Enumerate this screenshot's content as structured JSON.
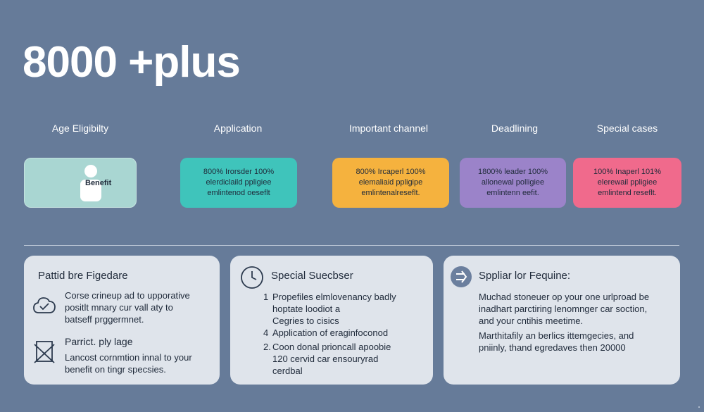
{
  "hero": {
    "title": "8000 +plus"
  },
  "columns": [
    {
      "heading": "Age Eligibilty"
    },
    {
      "heading": "Application"
    },
    {
      "heading": "Important channel"
    },
    {
      "heading": "Deadlining"
    },
    {
      "heading": "Special cases"
    }
  ],
  "cards": [
    {
      "label": "Benefit",
      "icon": "person-icon",
      "color": "#a9d6d2"
    },
    {
      "lines": [
        "800% Irorsder 100%",
        "elerdiclaild ppligiee",
        "emlintenod oeseflt"
      ],
      "color": "#3fc4bb"
    },
    {
      "lines": [
        "800% Ircaperl 100%",
        "elemaliaid ppligipe",
        "emlintenalreseflt."
      ],
      "color": "#f5b23e"
    },
    {
      "lines": [
        "1800% leader 100%",
        "allonewal polligiee",
        "emlintenn eefit."
      ],
      "color": "#9b83c9"
    },
    {
      "lines": [
        "100% Inaperl 101%",
        "elerewail ppligiee",
        "emlintend reseflt."
      ],
      "color": "#f06a8c"
    }
  ],
  "panels": [
    {
      "title": "Pattid bre Figedare",
      "section1": {
        "icon": "cloud-check-icon",
        "lines": [
          "Corse crineup ad to upporative",
          "positlt mnary cur vall aty to",
          "batseff prggermnet."
        ]
      },
      "section2": {
        "icon": "crossed-document-icon",
        "title": "Parrict. ply lage",
        "lines": [
          "Lancost cornmtion innal to your",
          "benefit on tingr specsies."
        ]
      }
    },
    {
      "title": "Special Suecbser",
      "icon": "clock-icon",
      "items": [
        {
          "num": "1",
          "lines": [
            "Propefiles elmlovenancy badly",
            "hoptate loodiot a",
            "Cegries to cisics"
          ]
        },
        {
          "num": "4",
          "lines": [
            "Application of eraginfoconod"
          ]
        },
        {
          "num": "2.",
          "lines": [
            "Coon donal prioncall apoobie",
            "120 cervid car ensouryrad",
            "cerdbal"
          ]
        }
      ]
    },
    {
      "title": "Sppliar lor Fequine:",
      "icon": "arrow-right-icon",
      "paragraph1": [
        "Muchad stoneuer op your one urlproad be",
        "inadhart parctiring lenomnger car soction,",
        "and your cntihis meetime."
      ],
      "paragraph2": [
        "Marthitafily an berlics ittemgecies, and",
        "pniinly, thand egredaves then 20000"
      ]
    }
  ]
}
